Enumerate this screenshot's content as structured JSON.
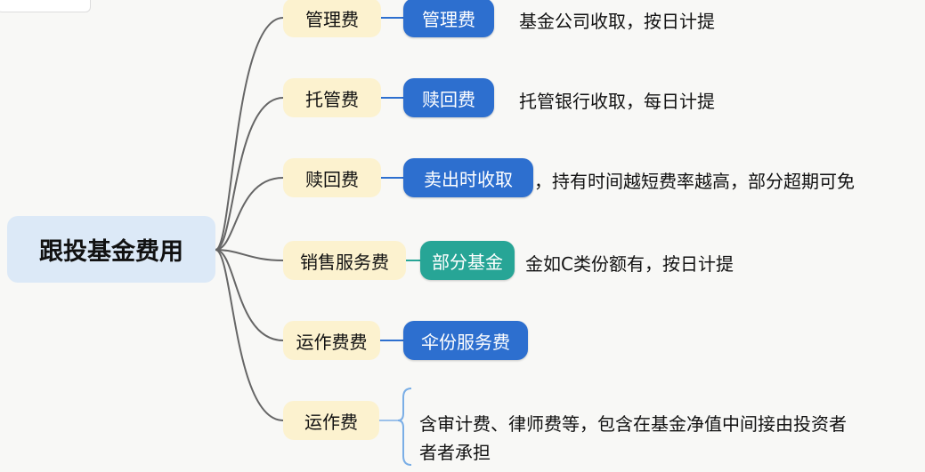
{
  "root": {
    "label": "跟投基金费用"
  },
  "branches": [
    {
      "label": "管理费",
      "tag": "管理费",
      "tag_color": "#2d6fcf",
      "note": "基金公司收取，按日计提"
    },
    {
      "label": "托管费",
      "tag": "赎回费",
      "tag_color": "#2d6fcf",
      "note": "托管银行收取，每日计提"
    },
    {
      "label": "赎回费",
      "tag": "卖出时收取",
      "tag_color": "#2d6fcf",
      "note": "，持有时间越短费率越高，部分超期可免"
    },
    {
      "label": "销售服务费",
      "tag": "部分基金",
      "tag_color": "#27a596",
      "note": "金如C类份额有，按日计提"
    },
    {
      "label": "运作费费",
      "tag": "伞份服务费",
      "tag_color": "#2d6fcf"
    },
    {
      "label": "运作费",
      "note_lines": [
        "含审计费、律师费等，包含在基金净值中间接由投资者",
        "者者承担"
      ]
    }
  ],
  "colors": {
    "root": "#dce9f7",
    "branch": "#fcf2cf",
    "connector": "#666666"
  }
}
